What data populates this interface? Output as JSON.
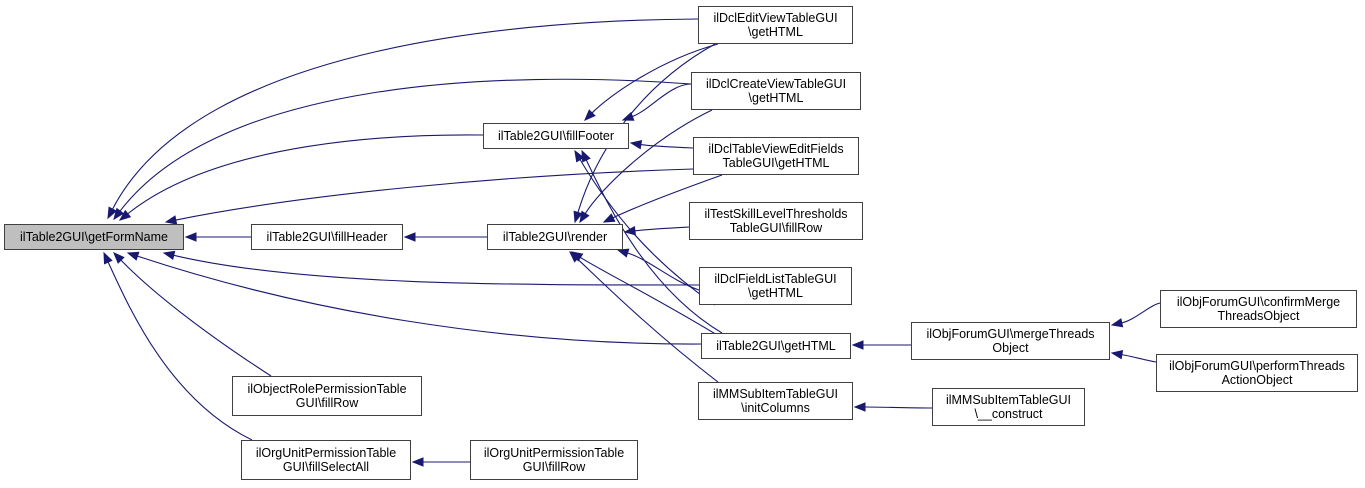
{
  "diagram": {
    "type": "call-graph",
    "edge_color": "#191970",
    "root_fill": "#bfbfbf",
    "nodes": [
      {
        "id": "getFormName",
        "lines": [
          "ilTable2GUI\\getFormName"
        ],
        "root": true
      },
      {
        "id": "fillHeader",
        "lines": [
          "ilTable2GUI\\fillHeader"
        ]
      },
      {
        "id": "render",
        "lines": [
          "ilTable2GUI\\render"
        ]
      },
      {
        "id": "fillFooter",
        "lines": [
          "ilTable2GUI\\fillFooter"
        ]
      },
      {
        "id": "editView",
        "lines": [
          "ilDclEditViewTableGUI",
          "\\getHTML"
        ]
      },
      {
        "id": "createView",
        "lines": [
          "ilDclCreateViewTableGUI",
          "\\getHTML"
        ]
      },
      {
        "id": "tableViewEditFields",
        "lines": [
          "ilDclTableViewEditFields",
          "TableGUI\\getHTML"
        ]
      },
      {
        "id": "testSkill",
        "lines": [
          "ilTestSkillLevelThresholds",
          "TableGUI\\fillRow"
        ]
      },
      {
        "id": "fieldList",
        "lines": [
          "ilDclFieldListTableGUI",
          "\\getHTML"
        ]
      },
      {
        "id": "t2getHTML",
        "lines": [
          "ilTable2GUI\\getHTML"
        ]
      },
      {
        "id": "mmInitColumns",
        "lines": [
          "ilMMSubItemTableGUI",
          "\\initColumns"
        ]
      },
      {
        "id": "mergeThreads",
        "lines": [
          "ilObjForumGUI\\mergeThreads",
          "Object"
        ]
      },
      {
        "id": "confirmMerge",
        "lines": [
          "ilObjForumGUI\\confirmMerge",
          "ThreadsObject"
        ]
      },
      {
        "id": "performThreads",
        "lines": [
          "ilObjForumGUI\\performThreads",
          "ActionObject"
        ]
      },
      {
        "id": "mmConstruct",
        "lines": [
          "ilMMSubItemTableGUI",
          "\\__construct"
        ]
      },
      {
        "id": "objRolePerm",
        "lines": [
          "ilObjectRolePermissionTable",
          "GUI\\fillRow"
        ]
      },
      {
        "id": "orgSelectAll",
        "lines": [
          "ilOrgUnitPermissionTable",
          "GUI\\fillSelectAll"
        ]
      },
      {
        "id": "orgFillRow",
        "lines": [
          "ilOrgUnitPermissionTable",
          "GUI\\fillRow"
        ]
      }
    ],
    "edges": [
      {
        "from": "editView",
        "to": "getFormName"
      },
      {
        "from": "createView",
        "to": "getFormName"
      },
      {
        "from": "fillFooter",
        "to": "getFormName"
      },
      {
        "from": "tableViewEditFields",
        "to": "getFormName"
      },
      {
        "from": "fillHeader",
        "to": "getFormName"
      },
      {
        "from": "fieldList",
        "to": "getFormName"
      },
      {
        "from": "t2getHTML",
        "to": "getFormName"
      },
      {
        "from": "objRolePerm",
        "to": "getFormName"
      },
      {
        "from": "orgSelectAll",
        "to": "getFormName"
      },
      {
        "from": "render",
        "to": "fillHeader"
      },
      {
        "from": "editView",
        "to": "fillFooter"
      },
      {
        "from": "createView",
        "to": "fillFooter"
      },
      {
        "from": "tableViewEditFields",
        "to": "fillFooter"
      },
      {
        "from": "fieldList",
        "to": "fillFooter"
      },
      {
        "from": "t2getHTML",
        "to": "fillFooter"
      },
      {
        "from": "editView",
        "to": "render"
      },
      {
        "from": "createView",
        "to": "render"
      },
      {
        "from": "tableViewEditFields",
        "to": "render"
      },
      {
        "from": "testSkill",
        "to": "render"
      },
      {
        "from": "fieldList",
        "to": "render"
      },
      {
        "from": "t2getHTML",
        "to": "render"
      },
      {
        "from": "mmInitColumns",
        "to": "render"
      },
      {
        "from": "mergeThreads",
        "to": "t2getHTML"
      },
      {
        "from": "confirmMerge",
        "to": "mergeThreads"
      },
      {
        "from": "performThreads",
        "to": "mergeThreads"
      },
      {
        "from": "mmConstruct",
        "to": "mmInitColumns"
      },
      {
        "from": "orgFillRow",
        "to": "orgSelectAll"
      }
    ]
  }
}
